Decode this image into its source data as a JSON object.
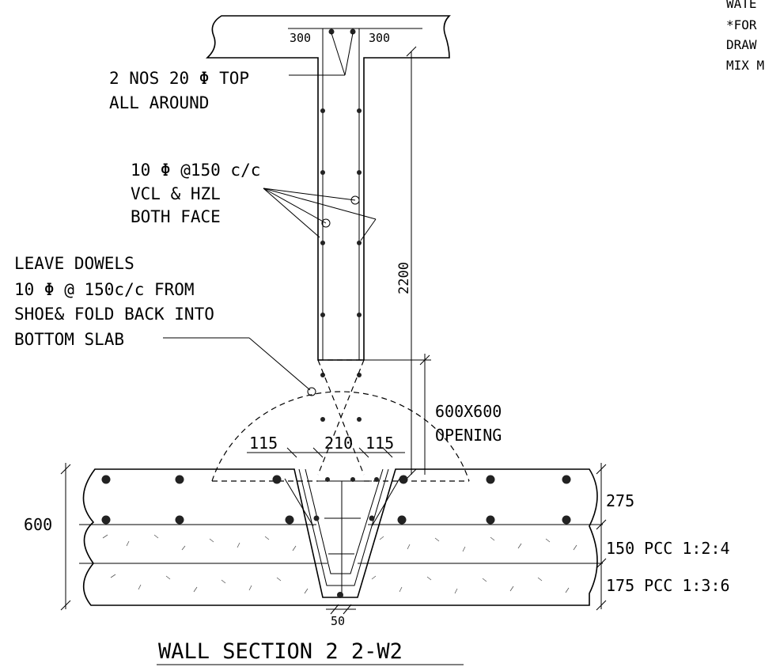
{
  "title": "WALL SECTION 2 2-W2",
  "notes_topright": [
    "WATE",
    "*FOR",
    "DRAW",
    "MIX M"
  ],
  "top_slab": {
    "left_dim": "300",
    "right_dim": "300"
  },
  "callouts": {
    "top_bars": [
      "2 NOS 20 Φ TOP",
      "ALL AROUND"
    ],
    "wall_bars": [
      "10 Φ @150 c/c",
      "VCL & HZL",
      "BOTH FACE"
    ],
    "dowels": [
      "LEAVE DOWELS",
      "10 Φ  @ 150c/c FROM",
      "SHOE& FOLD BACK INTO",
      "BOTTOM SLAB"
    ]
  },
  "dimensions": {
    "wall_height": "2200",
    "opening": [
      "600X600",
      "OPENING"
    ],
    "shoe_left": "115",
    "wall_thickness": "210",
    "shoe_right": "115",
    "base_total": "600",
    "base_slab": "275",
    "pcc_top": "150 PCC 1:2:4",
    "pcc_bottom": "175 PCC 1:3:6",
    "shoe_bottom": "50"
  },
  "colors": {
    "ink": "#000000",
    "background": "#ffffff"
  }
}
